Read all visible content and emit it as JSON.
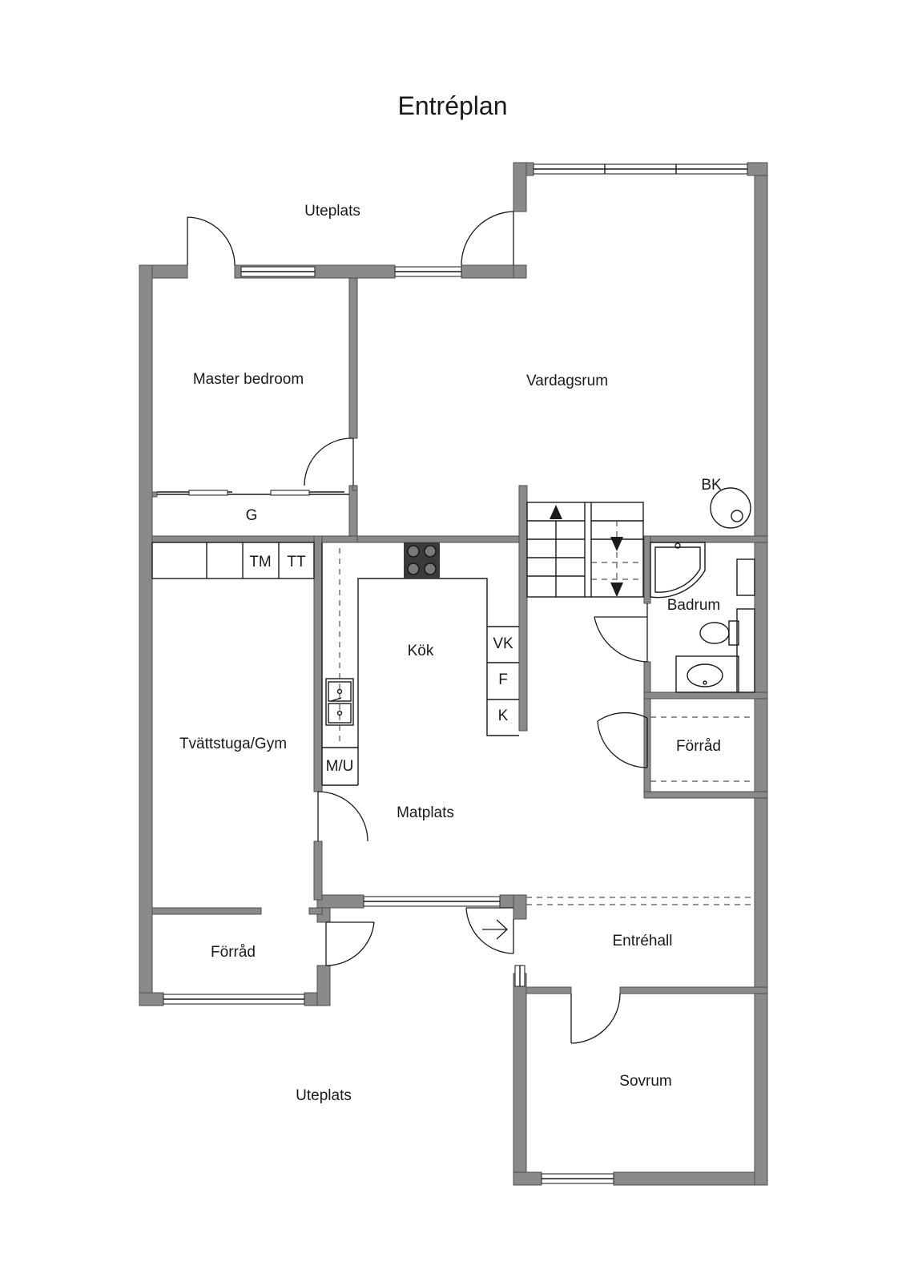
{
  "title": "Entréplan",
  "rooms": {
    "uteplats_top": "Uteplats",
    "master_bedroom": "Master bedroom",
    "vardagsrum": "Vardagsrum",
    "bk": "BK",
    "g": "G",
    "tm": "TM",
    "tt": "TT",
    "badrum": "Badrum",
    "kok": "Kök",
    "vk": "VK",
    "f": "F",
    "k": "K",
    "tvattstuga": "Tvättstuga/Gym",
    "mu": "M/U",
    "forrad_right": "Förråd",
    "matplats": "Matplats",
    "forrad_left": "Förråd",
    "entrehall": "Entréhall",
    "sovrum": "Sovrum",
    "uteplats_bottom": "Uteplats"
  },
  "colors": {
    "wall": "#8a8a8a",
    "line": "#1a1a1a",
    "background": "#ffffff"
  }
}
